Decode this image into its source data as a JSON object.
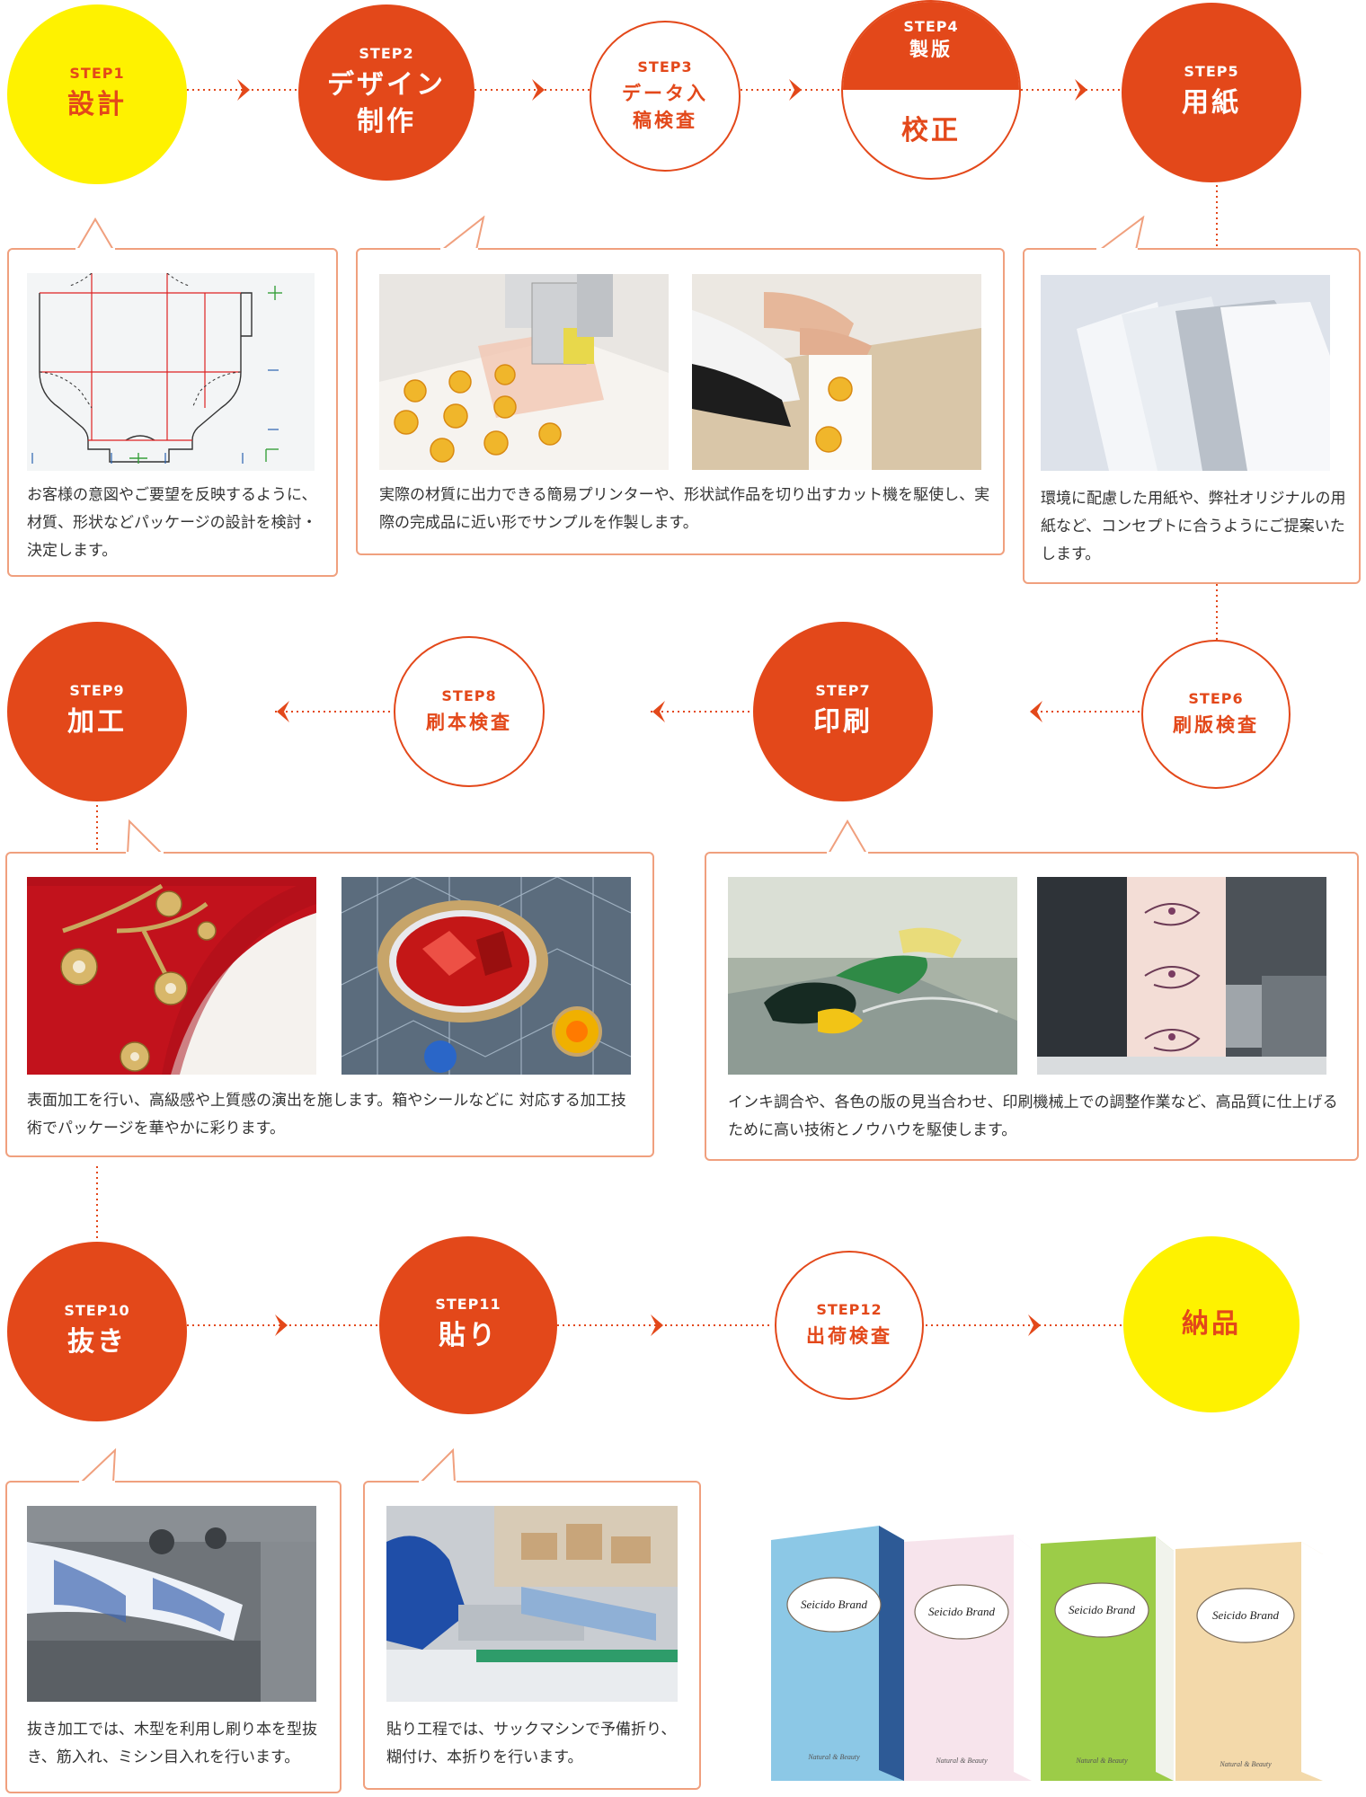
{
  "steps": {
    "s1": {
      "label": "STEP1",
      "name": "設計"
    },
    "s2": {
      "label": "STEP2",
      "name": "デザイン制作"
    },
    "s3": {
      "label": "STEP3",
      "name": "データ入稿検査"
    },
    "s4": {
      "label": "STEP4",
      "name_top": "製版",
      "name_bottom": "校正"
    },
    "s5": {
      "label": "STEP5",
      "name": "用紙"
    },
    "s6": {
      "label": "STEP6",
      "name": "刷版検査"
    },
    "s7": {
      "label": "STEP7",
      "name": "印刷"
    },
    "s8": {
      "label": "STEP8",
      "name": "刷本検査"
    },
    "s9": {
      "label": "STEP9",
      "name": "加工"
    },
    "s10": {
      "label": "STEP10",
      "name": "抜き"
    },
    "s11": {
      "label": "STEP11",
      "name": "貼り"
    },
    "s12": {
      "label": "STEP12",
      "name": "出荷検査"
    },
    "delivery": {
      "name": "納品"
    }
  },
  "descriptions": {
    "design": "お客様の意図やご要望を反映するように、材質、形状などパッケージの設計を検討・決定します。",
    "prototype": "実際の材質に出力できる簡易プリンターや、形状試作品を切り出すカット機を駆使し、実際の完成品に近い形でサンプルを作製します。",
    "paper": "環境に配慮した用紙や、弊社オリジナルの用紙など、コンセプトに合うようにご提案いたします。",
    "finishing": "表面加工を行い、高級感や上質感の演出を施します。箱やシールなどに 対応する加工技術でパッケージを華やかに彩ります。",
    "printing": "インキ調合や、各色の版の見当合わせ、印刷機械上での調整作業など、高品質に仕上げるために高い技術とノウハウを駆使します。",
    "diecut": "抜き加工では、木型を利用し刷り本を型抜き、筋入れ、ミシン目入れを行います。",
    "gluing": "貼り工程では、サックマシンで予備折り、糊付け、本折りを行います。"
  },
  "product": {
    "brand": "Seicido Brand",
    "tagline": "Natural & Beauty"
  },
  "colors": {
    "accent": "#e3481a",
    "highlight": "#fef200",
    "box_border": "#f0a07e"
  }
}
